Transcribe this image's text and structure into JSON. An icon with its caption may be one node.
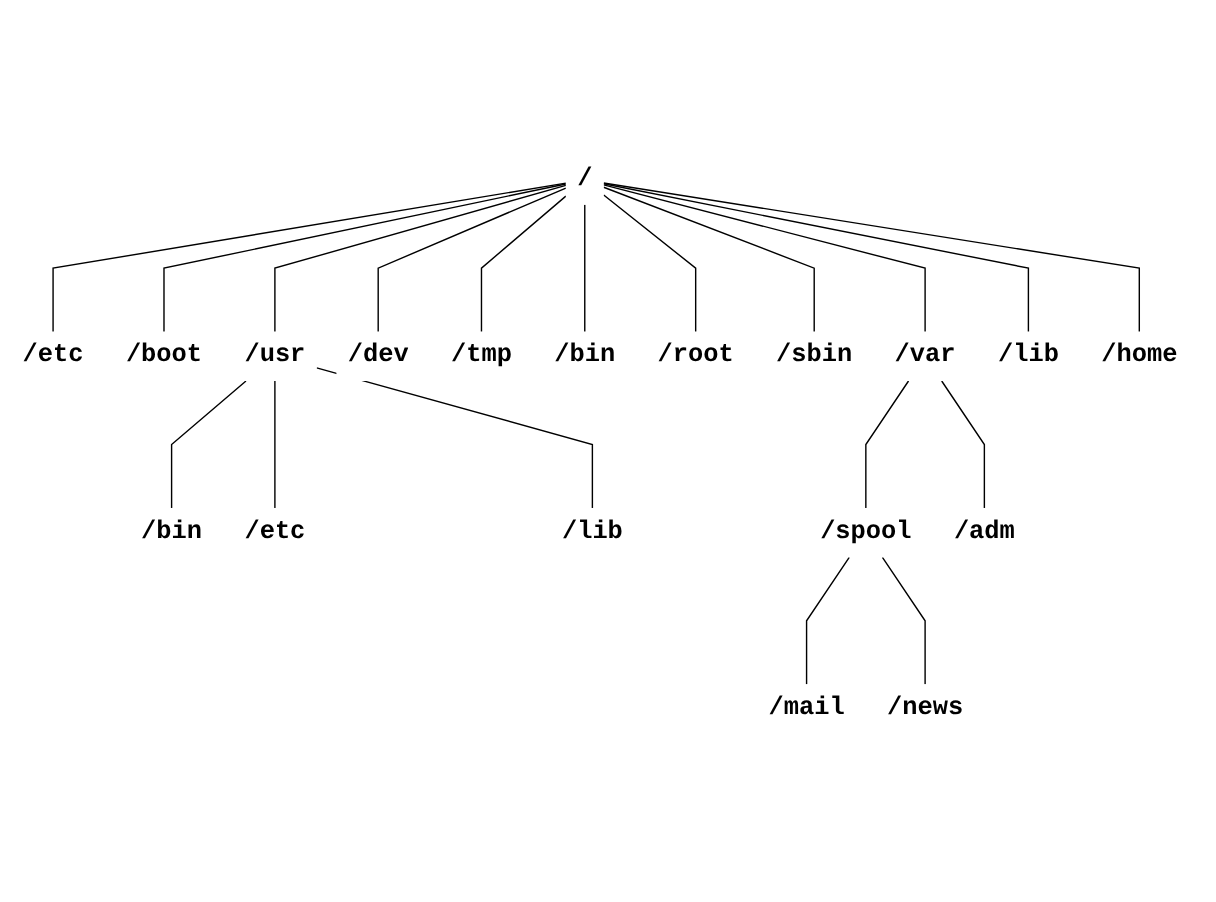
{
  "diagram": {
    "nodes": [
      {
        "text": [
          "/"
        ]
      },
      {
        "text": [
          "/etc"
        ]
      },
      {
        "text": [
          "/boot"
        ]
      },
      {
        "text": [
          "/usr"
        ]
      },
      {
        "text": [
          "/dev"
        ]
      },
      {
        "text": [
          "/tmp"
        ]
      },
      {
        "text": [
          "/bin"
        ]
      },
      {
        "text": [
          "/root"
        ]
      },
      {
        "text": [
          "/sbin"
        ]
      },
      {
        "text": [
          "/var"
        ]
      },
      {
        "text": [
          "/lib"
        ]
      },
      {
        "text": [
          "/home"
        ]
      },
      {
        "text": [
          "/bin"
        ]
      },
      {
        "text": [
          "/etc"
        ]
      },
      {
        "text": [
          "/lib"
        ]
      },
      {
        "text": [
          "/spool"
        ]
      },
      {
        "text": [
          "/adm"
        ]
      },
      {
        "text": [
          "/mail"
        ]
      },
      {
        "text": [
          "/news"
        ]
      }
    ],
    "edges": [
      {
        "from": 0,
        "to": 1,
        "arrow": "none"
      },
      {
        "from": 0,
        "to": 2,
        "arrow": "none"
      },
      {
        "from": 0,
        "to": 3,
        "arrow": "none"
      },
      {
        "from": 0,
        "to": 4,
        "arrow": "none"
      },
      {
        "from": 0,
        "to": 5,
        "arrow": "none"
      },
      {
        "from": 0,
        "to": 6,
        "arrow": "none"
      },
      {
        "from": 0,
        "to": 7,
        "arrow": "none"
      },
      {
        "from": 0,
        "to": 8,
        "arrow": "none"
      },
      {
        "from": 0,
        "to": 9,
        "arrow": "none"
      },
      {
        "from": 0,
        "to": 10,
        "arrow": "none"
      },
      {
        "from": 0,
        "to": 11,
        "arrow": "none"
      },
      {
        "from": 3,
        "to": 12,
        "arrow": "none"
      },
      {
        "from": 3,
        "to": 13,
        "arrow": "none"
      },
      {
        "from": 3,
        "to": 14,
        "arrow": "none"
      },
      {
        "from": 9,
        "to": 15,
        "arrow": "none"
      },
      {
        "from": 9,
        "to": 16,
        "arrow": "none"
      },
      {
        "from": 15,
        "to": 17,
        "arrow": "none"
      },
      {
        "from": 15,
        "to": 18,
        "arrow": "none"
      }
    ]
  }
}
